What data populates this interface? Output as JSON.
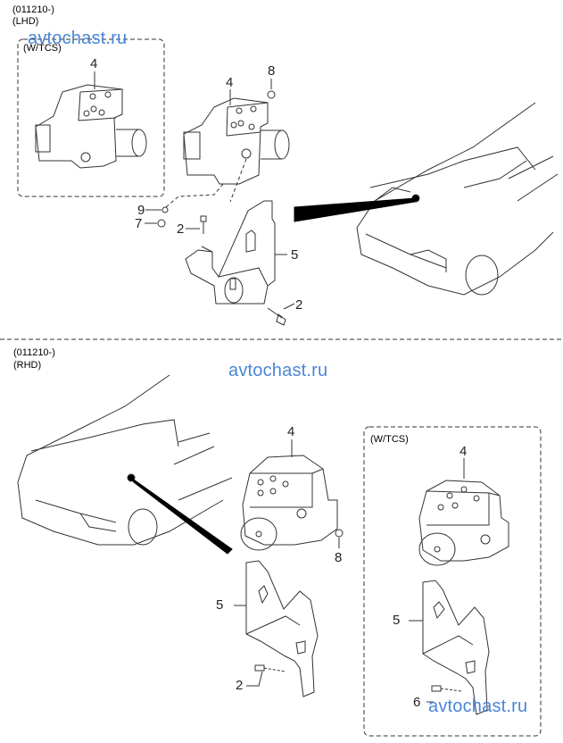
{
  "top_section": {
    "date_code": "(011210-)",
    "variant": "(LHD)",
    "tcs_box_label": "(W/TCS)",
    "callouts": {
      "tcs_unit": "4",
      "unit": "4",
      "nut": "8",
      "washer": "9",
      "grommet": "7",
      "bolt_upper": "2",
      "bracket": "5",
      "bolt_lower": "2"
    }
  },
  "bottom_section": {
    "date_code": "(011210-)",
    "variant": "(RHD)",
    "tcs_box_label": "(W/TCS)",
    "callouts": {
      "unit": "4",
      "nut": "8",
      "bracket": "5",
      "bolt": "2",
      "tcs_unit": "4",
      "tcs_bracket": "5",
      "tcs_bolt": "6"
    }
  },
  "watermarks": [
    "avtochast.ru",
    "avtochast.ru",
    "avtochast.ru"
  ],
  "colors": {
    "watermark": "#4a86d6",
    "line": "#222222"
  }
}
